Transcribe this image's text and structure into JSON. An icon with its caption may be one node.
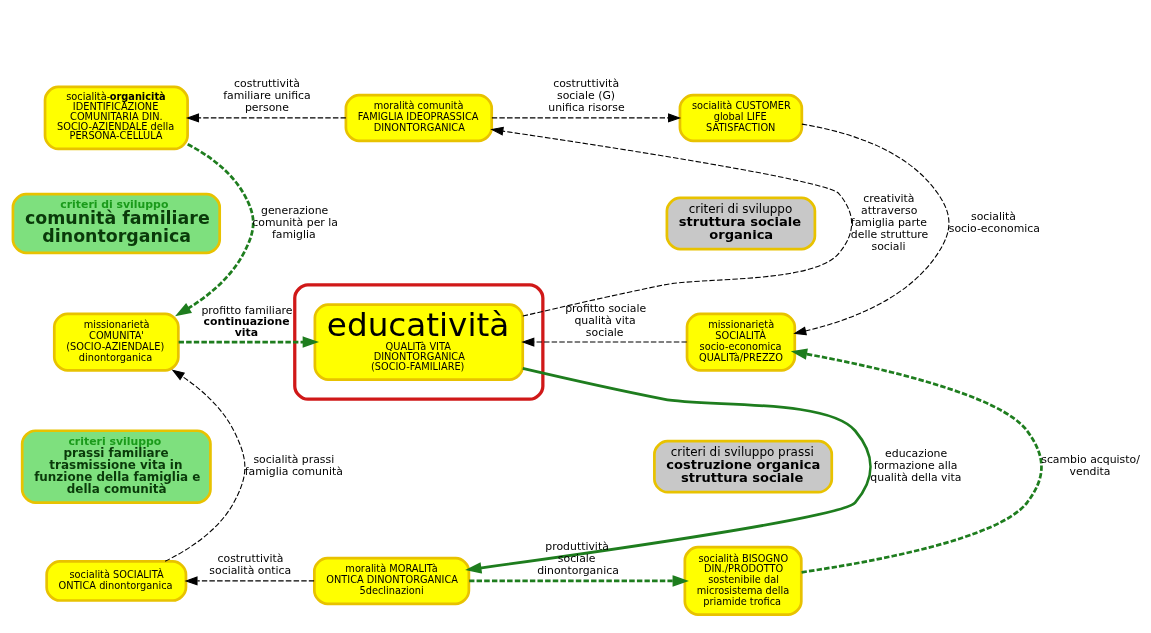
{
  "diagram": {
    "nodes": [
      {
        "text": [
          "socialità-**organicità** IDENTIFICAZIONE COMUNITARIA DIN. SOCIO-AZIENDALE della PERSONA-CELLULA"
        ]
      },
      {
        "text": [
          "moralità comunità FAMIGLIA IDEOPRASSICA DINONTORGANICA"
        ]
      },
      {
        "text": [
          "socialità CUSTOMER global LIFE SATISFACTION"
        ]
      },
      {
        "text": [
          "criteri di sviluppo",
          "comunità familiare dinontorganica"
        ]
      },
      {
        "text": [
          "criteri di sviluppo",
          "struttura sociale organica"
        ]
      },
      {
        "text": [
          "missionarietà COMUNITA' (SOCIO-AZIENDALE) dinontorganica"
        ]
      },
      {
        "text": [],
        "shape": "ellipse"
      },
      {
        "text": [
          "educatività",
          "QUALITà VITA DINONTORGANICA (SOCIO-FAMILIARE)"
        ],
        "in": 6
      },
      {
        "text": [
          "missionarietà SOCIALITÀ socio-economica QUALITà/PREZZO"
        ]
      },
      {
        "text": [
          "criteri sviluppo",
          "prassi familiare trasmissione vita in funzione della famiglia e della comunità"
        ]
      },
      {
        "text": [
          "criteri di sviluppo prassi",
          "costruzione organica struttura sociale"
        ]
      },
      {
        "text": [
          "socialità SOCIALITÀ ONTICA dinontorganica"
        ]
      },
      {
        "text": [
          "moralità MORALITà ONTICA DINONTORGANICA 5declinazioni"
        ]
      },
      {
        "text": [
          "socialità BISOGNO DIN./PRODOTTO sostenibile dal microsistema della priamide trofica"
        ]
      }
    ],
    "edges": [
      {
        "from": 1,
        "to": 0,
        "arrow": "to",
        "label": "costruttività familiare unifica persone",
        "style": "dashed"
      },
      {
        "from": 1,
        "to": 2,
        "arrow": "to",
        "label": "costruttività sociale (G) unifica risorse",
        "style": "dashed"
      },
      {
        "from": 0,
        "to": 5,
        "arrow": "to",
        "label": "generazione comunità per la famiglia",
        "style": "dashed",
        "color": "#1e7d1e"
      },
      {
        "from": 7,
        "to": 1,
        "arrow": "to",
        "label": "creatività attraverso famiglia parte delle strutture sociali",
        "style": "dashed"
      },
      {
        "from": 2,
        "to": 8,
        "arrow": "to",
        "label": "socialità socio-economica",
        "style": "dashed"
      },
      {
        "from": 5,
        "to": 7,
        "arrow": "to",
        "label": "profitto familiare **continuazione vita**",
        "style": "dashed",
        "color": "#1e7d1e"
      },
      {
        "from": 8,
        "to": 7,
        "arrow": "to",
        "label": "profitto sociale qualità vita sociale",
        "style": "dashed"
      },
      {
        "from": 7,
        "to": 12,
        "arrow": "to",
        "label": "educazione formazione alla qualità della vita",
        "color": "#1e7d1e"
      },
      {
        "from": 11,
        "to": 5,
        "arrow": "to",
        "label": "socialità prassi famiglia comunità",
        "style": "dashed"
      },
      {
        "from": 12,
        "to": 11,
        "arrow": "to",
        "label": "costruttività socialità ontica",
        "style": "dashed"
      },
      {
        "from": 12,
        "to": 13,
        "arrow": "to",
        "label": "produttività sociale dinontorganica",
        "style": "dashed",
        "color": "#1e7d1e"
      },
      {
        "from": 13,
        "to": 8,
        "arrow": "to",
        "label": "scambio acquisto/ vendita",
        "style": "dashed",
        "color": "#1e7d1e"
      }
    ]
  }
}
